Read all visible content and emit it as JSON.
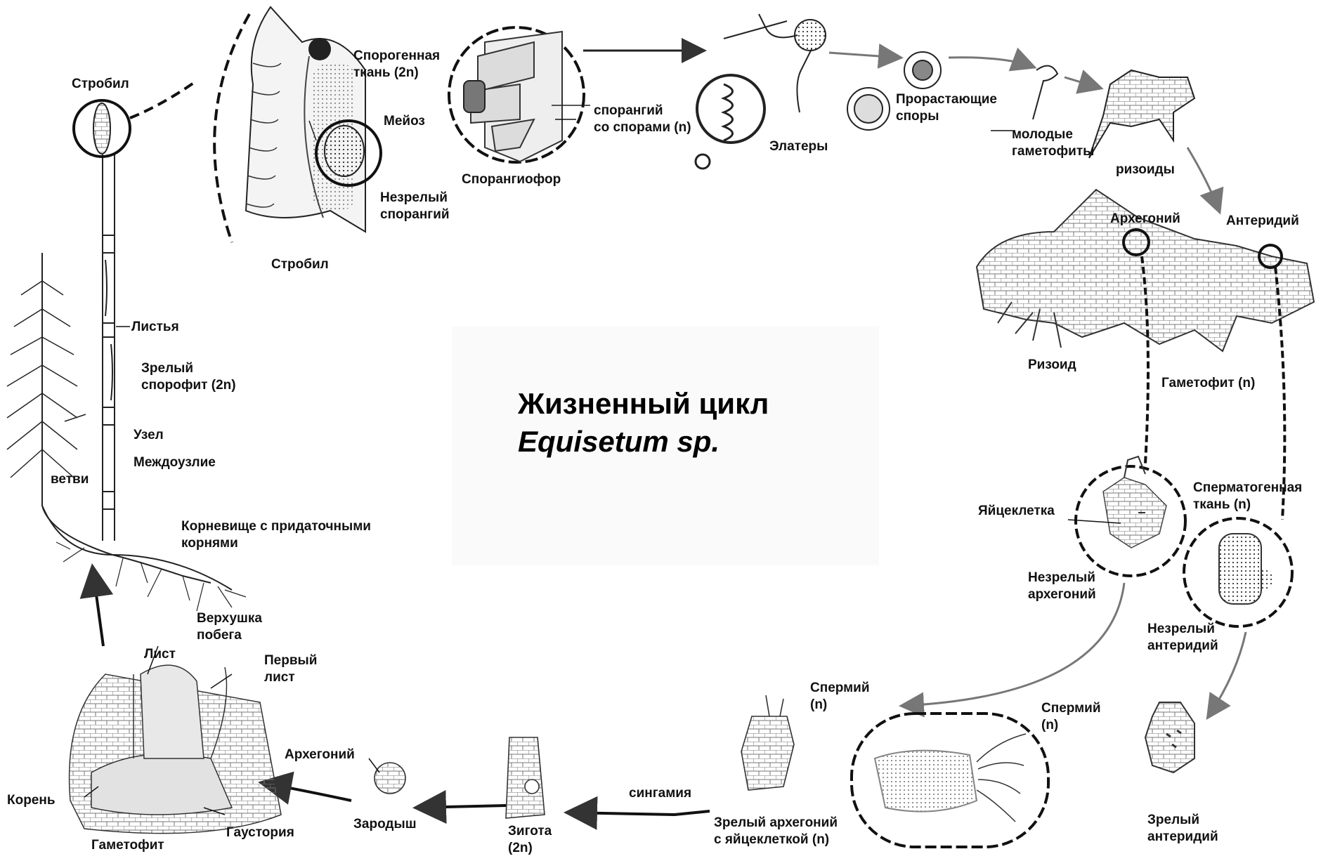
{
  "title": {
    "line1": "Жизненный цикл",
    "line2": "Equisetum sp."
  },
  "labels": {
    "strobil_top": "Стробил",
    "leaves": "Листья",
    "mature_sporophyte": "Зрелый\nспорофит (2n)",
    "node": "Узел",
    "internode": "Междоузлие",
    "branches": "ветви",
    "rhizome": "Корневище с придаточными\nкорнями",
    "strobil_bottom": "Стробил",
    "sporogenous_tissue": "Спорогенная\nткань (2n)",
    "meiosis": "Мейоз",
    "immature_sporangium": "Незрелый\nспорангий",
    "sporangiophore": "Спорангиофор",
    "sporangium_spores": "спорангий\nсо спорами (n)",
    "elaters": "Элатеры",
    "germinating_spores": "Прорастающие\nспоры",
    "young_gametophytes": "молодые\nгаметофиты",
    "rhizoids": "ризоиды",
    "archegonium_top": "Архегоний",
    "antheridium_top": "Антеридий",
    "rhizoid": "Ризоид",
    "gametophyte_n": "Гаметофит (n)",
    "egg_cell": "Яйцеклетка",
    "spermatogenous": "Сперматогенная\nткань (n)",
    "immature_archegonium": "Незрелый\nархегоний",
    "immature_antheridium": "Незрелый\nантеридий",
    "sperm1": "Спермий\n(n)",
    "sperm2": "Спермий\n(n)",
    "mature_antheridium": "Зрелый\nантеридий",
    "mature_archegonium": "Зрелый архегоний\nс яйцеклеткой (n)",
    "syngamy": "сингамия",
    "zygote": "Зигота\n(2n)",
    "embryo": "Зародыш",
    "archegonium_bottom": "Архегоний",
    "shoot_apex": "Верхушка\nпобега",
    "leaf": "Лист",
    "first_leaf": "Первый\nлист",
    "root": "Корень",
    "gametophyte": "Гаметофит",
    "haustorium": "Гаустория"
  },
  "colors": {
    "ink": "#111111",
    "line": "#222222",
    "fill": "#e9e9e9",
    "arrow": "#555555"
  }
}
